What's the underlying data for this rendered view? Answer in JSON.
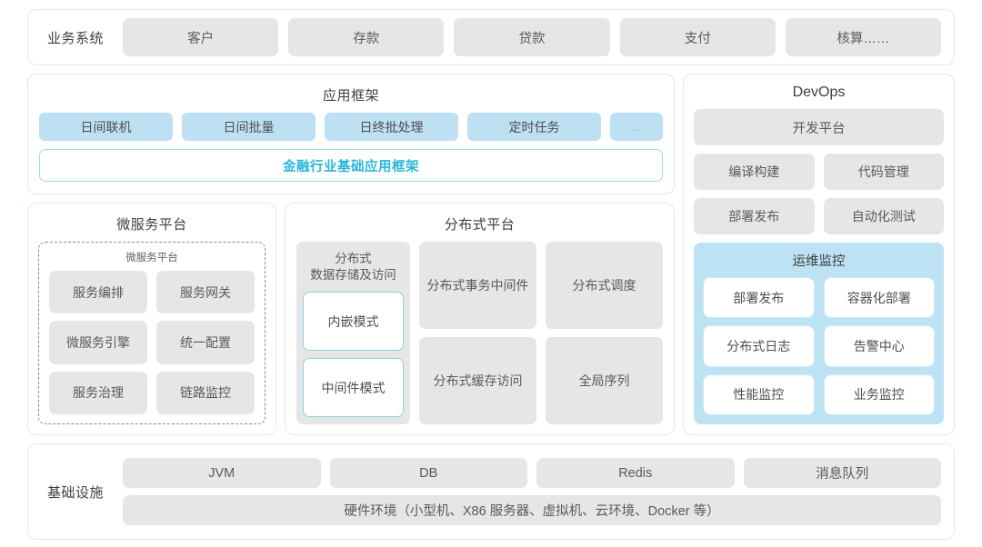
{
  "business_systems": {
    "label": "业务系统",
    "items": [
      "客户",
      "存款",
      "贷款",
      "支付",
      "核算……"
    ]
  },
  "application_framework": {
    "title": "应用框架",
    "items": [
      "日间联机",
      "日间批量",
      "日终批处理",
      "定时任务",
      "..."
    ],
    "base": "金融行业基础应用框架"
  },
  "microservice_platform": {
    "title": "微服务平台",
    "sub_title": "微服务平台",
    "items": [
      "服务编排",
      "服务网关",
      "微服务引擎",
      "统一配置",
      "服务治理",
      "链路监控"
    ]
  },
  "distributed_platform": {
    "title": "分布式平台",
    "storage_column": {
      "title": "分布式\n数据存储及访问",
      "title_line1": "分布式",
      "title_line2": "数据存储及访问",
      "modes": [
        "内嵌模式",
        "中间件模式"
      ]
    },
    "cells": [
      {
        "line1": "分布式",
        "line2": "事务中间件"
      },
      {
        "line1": "分布式调度",
        "line2": ""
      },
      {
        "line1": "分布式",
        "line2": "缓存访问"
      },
      {
        "line1": "全局序列",
        "line2": ""
      }
    ]
  },
  "devops": {
    "title": "DevOps",
    "platform": "开发平台",
    "items": [
      "编译构建",
      "代码管理",
      "部署发布",
      "自动化测试"
    ],
    "ops_monitor": {
      "title": "运维监控",
      "items": [
        "部署发布",
        "容器化部署",
        "分布式日志",
        "告警中心",
        "性能监控",
        "业务监控"
      ]
    }
  },
  "infrastructure": {
    "label": "基础设施",
    "items": [
      "JVM",
      "DB",
      "Redis",
      "消息队列"
    ],
    "hardware": "硬件环境（小型机、X86 服务器、虚拟机、云环境、Docker 等）"
  },
  "colors": {
    "shell_border": "#d8eef2",
    "gray_box": "#e6e6e6",
    "blue_box": "#bde0f2",
    "accent_cyan": "#29b6d8",
    "ops_panel": "#bde2f4",
    "text": "#4a4a4a"
  }
}
